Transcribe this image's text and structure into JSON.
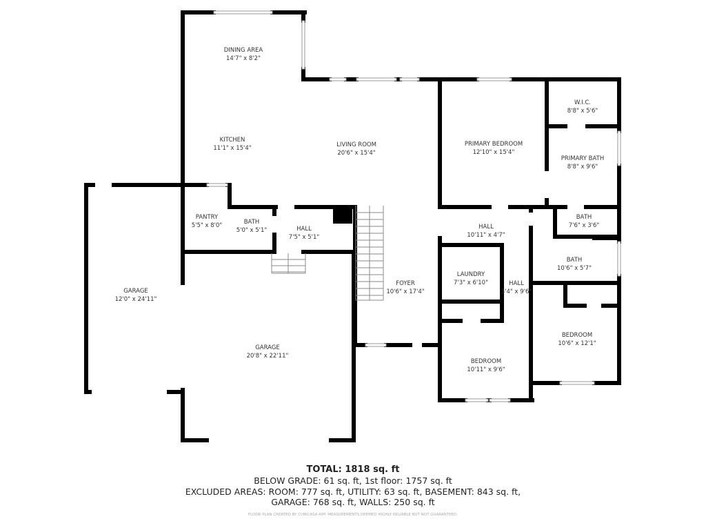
{
  "rooms": [
    {
      "name": "DINING AREA",
      "dims": "14'7\" x 8'2\""
    },
    {
      "name": "KITCHEN",
      "dims": "11'1\" x 15'4\""
    },
    {
      "name": "LIVING ROOM",
      "dims": "20'6\" x 15'4\""
    },
    {
      "name": "PRIMARY BEDROOM",
      "dims": "12'10\" x 15'4\""
    },
    {
      "name": "W.I.C.",
      "dims": "8'8\" x 5'6\""
    },
    {
      "name": "PRIMARY BATH",
      "dims": "8'8\" x 9'6\""
    },
    {
      "name": "PANTRY",
      "dims": "5'5\" x 8'0\""
    },
    {
      "name": "BATH",
      "dims": "5'0\" x 5'1\""
    },
    {
      "name": "HALL",
      "dims": "7'5\" x 5'1\""
    },
    {
      "name": "HALL",
      "dims": "10'11\" x 4'7\""
    },
    {
      "name": "BATH",
      "dims": "7'6\" x 3'6\""
    },
    {
      "name": "BATH",
      "dims": "10'6\" x 5'7\""
    },
    {
      "name": "LAUNDRY",
      "dims": "7'3\" x 6'10\""
    },
    {
      "name": "HALL",
      "dims": "3'4\" x 9'6\""
    },
    {
      "name": "FOYER",
      "dims": "10'6\" x 17'4\""
    },
    {
      "name": "GARAGE",
      "dims": "12'0\" x 24'11\""
    },
    {
      "name": "GARAGE",
      "dims": "20'8\" x 22'11\""
    },
    {
      "name": "BEDROOM",
      "dims": "10'6\" x 12'1\""
    },
    {
      "name": "BEDROOM",
      "dims": "10'11\" x 9'6\""
    }
  ],
  "summary": {
    "total": "TOTAL: 1818 sq. ft",
    "line1": "BELOW GRADE: 61 sq. ft, 1st floor: 1757 sq. ft",
    "line2": "EXCLUDED AREAS: ROOM: 777 sq. ft, UTILITY: 63 sq. ft, BASEMENT: 843 sq. ft,",
    "line3": "GARAGE: 768 sq. ft, WALLS: 250 sq. ft",
    "credit": "FLOOR PLAN CREATED BY CUBICASA APP. MEASUREMENTS DEEMED HIGHLY RELIABLE BUT NOT GUARANTEED."
  },
  "colors": {
    "wall": "#000000",
    "window": "#ffffff",
    "text": "#333333"
  }
}
